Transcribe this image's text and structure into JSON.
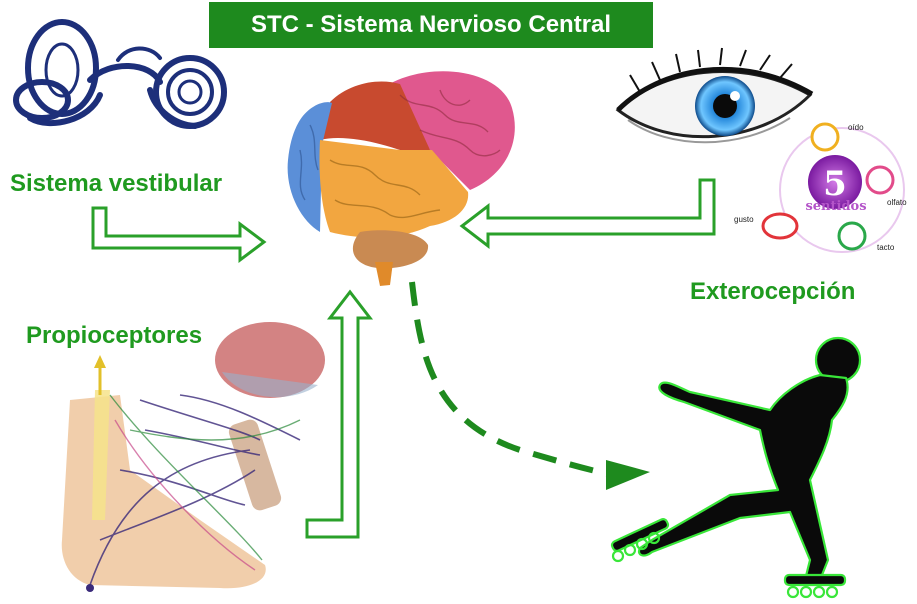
{
  "title": "STC - Sistema Nervioso Central",
  "labels": {
    "vestibular": "Sistema vestibular",
    "propioceptores": "Propioceptores",
    "exterocepcion": "Exterocepción"
  },
  "senses": {
    "number": "5",
    "word": "sentidos",
    "items": [
      "oído",
      "olfato",
      "tacto",
      "gusto"
    ]
  },
  "colors": {
    "title_bg": "#1e8a1e",
    "label_green": "#1f9a1f",
    "arrow_green": "#2aa02a",
    "skater_glow": "#39e639"
  },
  "icons": [
    "inner-ear-icon",
    "brain-icon",
    "eye-icon",
    "five-senses-icon",
    "foot-nerve-icon",
    "skater-icon"
  ]
}
